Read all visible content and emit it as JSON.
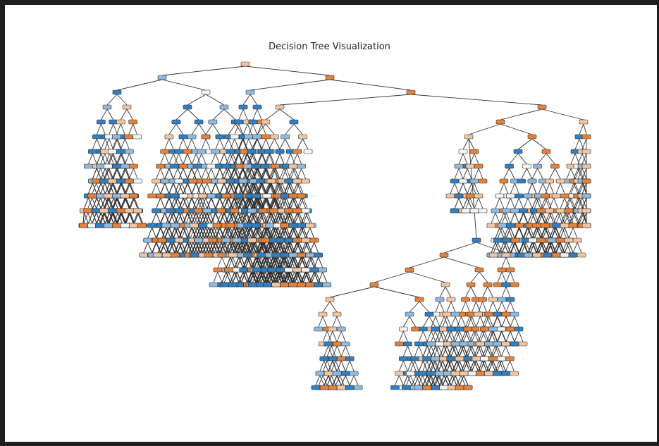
{
  "figure": {
    "title": "Decision Tree Visualization"
  },
  "colors": {
    "frame": "#1e1e1e",
    "background": "#ffffff",
    "edge": "#333333",
    "node_border": "#333333",
    "class_orange_strong": "#e58139",
    "class_orange_light": "#f2c4a2",
    "class_blue_strong": "#2f7fc1",
    "class_blue_light": "#8fbadf",
    "neutral": "#f3f3f3"
  },
  "tree": {
    "node_count": 421,
    "classes": [
      "orange",
      "blue"
    ]
  }
}
